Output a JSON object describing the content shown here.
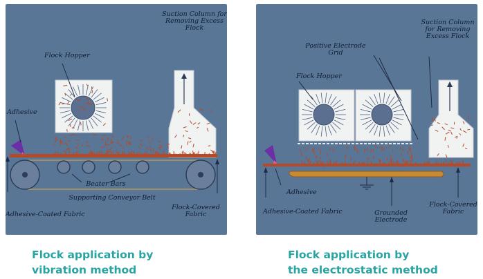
{
  "left_panel": {
    "labels": {
      "suction": "Suction Column for Removing Excess Flock",
      "hopper": "Flock Hopper",
      "adhesive": "Adhesive",
      "beater_bars": "Beater Bars",
      "conveyor": "Supporting Conveyor Belt",
      "coated_fabric": "Adhesive-Coated Fabric",
      "flock_fabric": "Flock-Covered Fabric"
    },
    "caption": [
      "Flock application by",
      "vibration method"
    ]
  },
  "right_panel": {
    "labels": {
      "suction": "Suction Column for Removing Excess Flock",
      "electrode_grid": "Positive Electrode Grid",
      "hopper": "Flock Hopper",
      "adhesive": "Adhesive",
      "coated_fabric": "Adhesive-Coated Fabric",
      "grounded": "Grounded Electrode",
      "flock_fabric": "Flock-Covered Fabric"
    },
    "caption": [
      "Flock application by",
      "the electrostatic method"
    ]
  },
  "colors": {
    "panel": "#5a7696",
    "fabric": "#b44a28",
    "hopper": "#f1f2f2",
    "drum": "#5b7090",
    "caption": "#2aa3a3",
    "electrode": "#c98a34"
  }
}
